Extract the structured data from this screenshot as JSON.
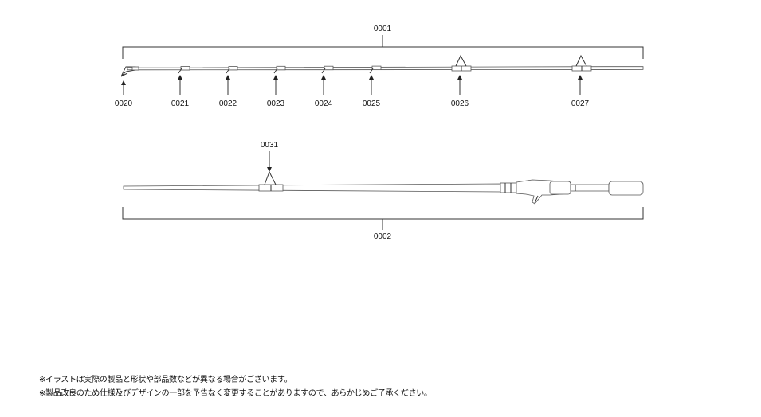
{
  "labels": {
    "assembly_top": "0001",
    "assembly_bottom": "0002",
    "tip_top": "0020",
    "guide_21": "0021",
    "guide_22": "0022",
    "guide_23": "0023",
    "guide_24": "0024",
    "guide_25": "0025",
    "guide_26": "0026",
    "guide_27": "0027",
    "guide_31": "0031"
  },
  "notes": {
    "line1": "※イラストは実際の製品と形状や部品数などが異なる場合がございます。",
    "line2": "※製品改良のため仕様及びデザインの一部を予告なく変更することがありますので、あらかじめご了承ください。"
  }
}
